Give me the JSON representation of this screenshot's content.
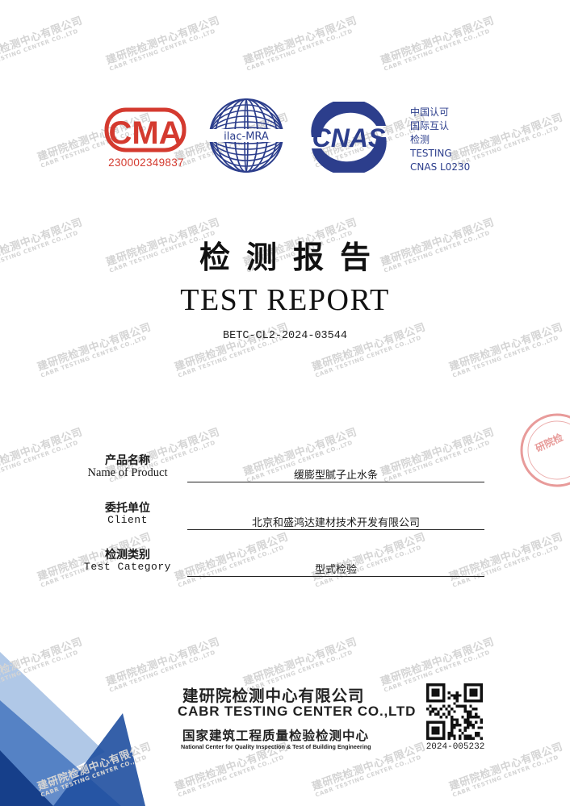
{
  "colors": {
    "cma_red": "#d43a2f",
    "cnas_blue": "#2c3e8c",
    "watermark": "#d4d4d4",
    "stamp_red": "#e07a78",
    "triangle_blue": "#1f4fa0"
  },
  "icons": [
    "cma-logo-icon",
    "ilac-mra-logo-icon",
    "cnas-logo-icon",
    "qr-code-icon",
    "red-seal-stamp-icon"
  ],
  "watermark": {
    "cn": "建研院检测中心有限公司",
    "en": "CABR TESTING CENTER CO.,LTD"
  },
  "cma": {
    "logo_text": "CMA",
    "number": "230002349837"
  },
  "ilac": {
    "logo_text": "ilac-MRA"
  },
  "cnas": {
    "logo_text": "CNAS",
    "line1": "中国认可",
    "line2": "国际互认",
    "line3": "检测",
    "line4": "TESTING",
    "line5": "CNAS L0230"
  },
  "title": {
    "cn": "检测报告",
    "en": "TEST REPORT"
  },
  "report_number": "BETC-CL2-2024-03544",
  "fields": [
    {
      "label_cn": "产品名称",
      "label_en": "Name of Product",
      "value": "缓膨型腻子止水条"
    },
    {
      "label_cn": "委托单位",
      "label_en": "Client",
      "value": "北京和盛鸿达建材技术开发有限公司"
    },
    {
      "label_cn": "检测类别",
      "label_en": "Test Category",
      "value": "型式检验"
    }
  ],
  "footer": {
    "org_cn": "建研院检测中心有限公司",
    "org_en": "CABR TESTING CENTER CO.,LTD",
    "national_cn": "国家建筑工程质量检验检测中心",
    "national_en": "National Center for Quality Inspection & Test of Building Engineering",
    "qr_number": "2024-005232"
  },
  "stamp_text": "研院检"
}
